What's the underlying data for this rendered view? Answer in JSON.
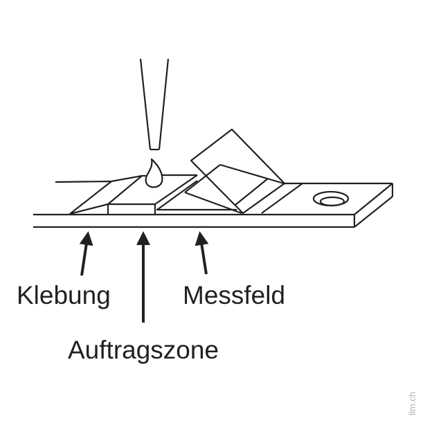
{
  "labels": {
    "glue": "Klebung",
    "application_zone": "Auftragszone",
    "measuring_field": "Messfeld"
  },
  "watermark": "llm.ch",
  "colors": {
    "line": "#231f20",
    "watermark": "#b0b0b0"
  }
}
